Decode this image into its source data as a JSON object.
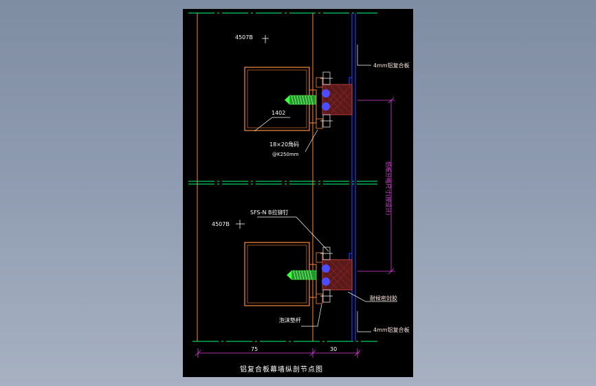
{
  "labels": {
    "mark_top": "4507B",
    "mark_bottom": "4507B",
    "tube": "1402",
    "angle": "18×20角码",
    "spacing": "@K250mm",
    "panel_top": "4mm铝复合板",
    "panel_bottom": "4mm铝复合板",
    "rivet": "SFS-N B拉铆钉",
    "sealant": "耐候密封胶",
    "foam": "泡沫垫杆",
    "vertical_dim": "铝板分格尺寸(按设计)",
    "dim_left": "75",
    "dim_right": "30",
    "title": "铝复合板幕墙纵剖节点图"
  },
  "colors": {
    "drawing_bg": "#000000",
    "grid": "#00d060",
    "steel": "#ff8a3a",
    "panel": "#1e3cff",
    "dimension": "#e040e0",
    "bolt": "#40ff40",
    "leader": "#ffffff"
  }
}
